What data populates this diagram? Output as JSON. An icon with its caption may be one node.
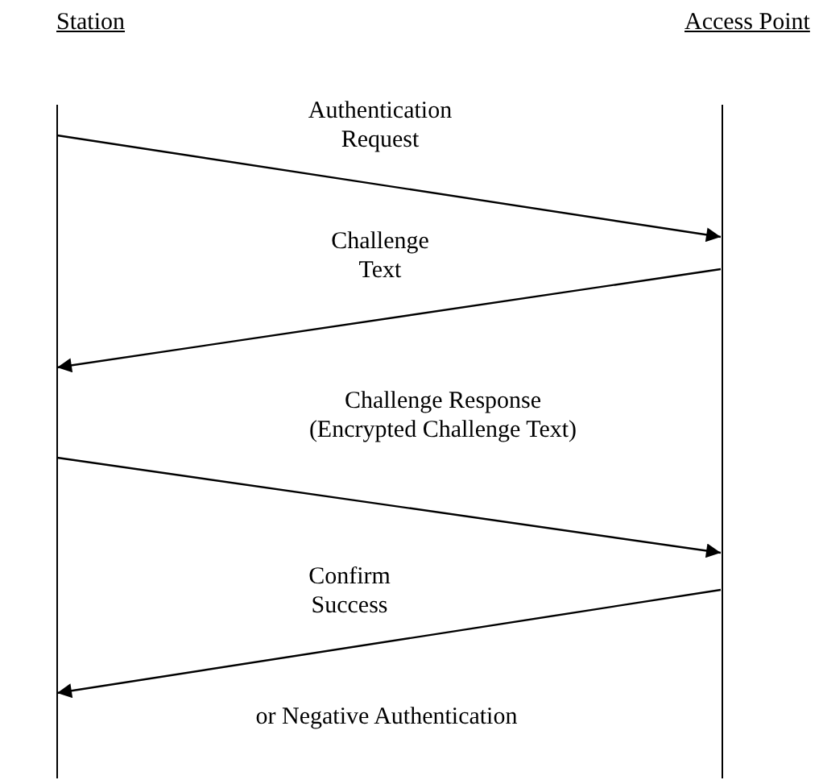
{
  "diagram": {
    "nodes": [
      {
        "text": [],
        "shape": "bar",
        "beside": [
          "Station"
        ]
      },
      {
        "text": [],
        "shape": "bar",
        "beside": [
          "Access Point"
        ]
      }
    ],
    "edges": [
      {
        "from": 0,
        "to": 1,
        "arrow": "to",
        "label": "Authentication Request"
      },
      {
        "from": 1,
        "to": 0,
        "arrow": "to",
        "label": "Challenge Text"
      },
      {
        "from": 0,
        "to": 1,
        "arrow": "to",
        "label": "Challenge Response (Encrypted Challenge Text)"
      },
      {
        "from": 1,
        "to": 0,
        "arrow": "to",
        "label": "Confirm Success"
      }
    ],
    "labels": [
      "or Negative Authentication"
    ]
  }
}
